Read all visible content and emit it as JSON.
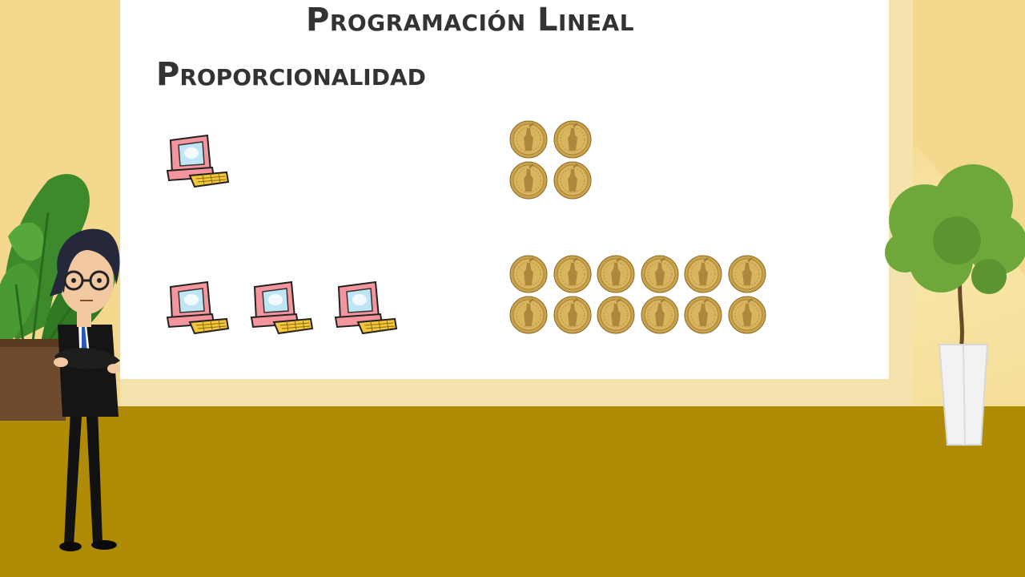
{
  "slide": {
    "title": "Programación Lineal",
    "subtitle": "Proporcionalidad"
  },
  "illustration": {
    "rows": [
      {
        "computers": 1,
        "coins": 4
      },
      {
        "computers": 3,
        "coins": 12
      }
    ]
  },
  "colors": {
    "wall": "#f3d88e",
    "floor": "#b08c06",
    "board": "#ffffff",
    "text": "#333333",
    "computer": "#f4949c",
    "coin": "#d9b560"
  }
}
